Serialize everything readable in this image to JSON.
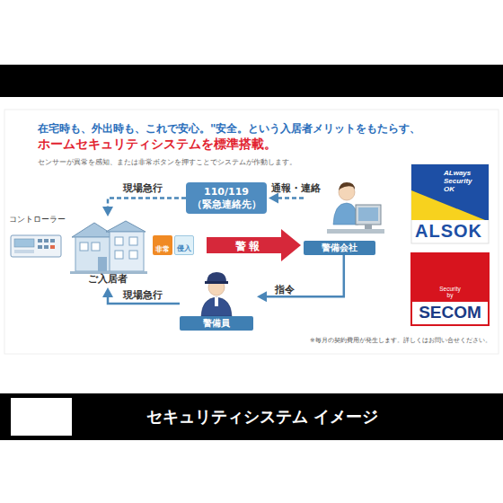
{
  "diagram": {
    "nodes": [
      {
        "text": [
          "110/119 （緊急連絡先）"
        ]
      },
      {
        "text": [
          "警備会社"
        ]
      },
      {
        "text": [
          "ご入居者"
        ]
      },
      {
        "text": [
          "警備員"
        ]
      },
      {
        "text": [
          "コントローラー"
        ]
      },
      {
        "text": [
          "非常"
        ]
      },
      {
        "text": [
          "侵入"
        ]
      },
      {
        "text": [
          "ALways Security OK",
          "ALSOK"
        ]
      },
      {
        "text": [
          "Security by",
          "SECOM"
        ]
      },
      {
        "text": [
          "セキュリティシステム イメージ"
        ]
      }
    ],
    "edges": [
      {
        "from": 1,
        "to": 0,
        "label": "通報・連絡",
        "arrow": "to"
      },
      {
        "from": 0,
        "to": 2,
        "label": "現場急行",
        "arrow": "to"
      },
      {
        "from": 6,
        "to": 1,
        "label": "警報",
        "arrow": "to"
      },
      {
        "from": 1,
        "to": 3,
        "label": "指令",
        "arrow": "to"
      },
      {
        "from": 3,
        "to": 2,
        "label": "現場急行",
        "arrow": "to"
      }
    ],
    "labels": [
      "在宅時も、外出時も、これで安心。\"安全。という入居者メリットをもたらす、",
      "ホームセキュリティシステムを標準搭載。",
      "センサーが異常を感知、または非常ボタンを押すことでシステムが作動します。",
      "※毎月の契約費用が発生します。詳しくはお問い合せください。"
    ]
  }
}
